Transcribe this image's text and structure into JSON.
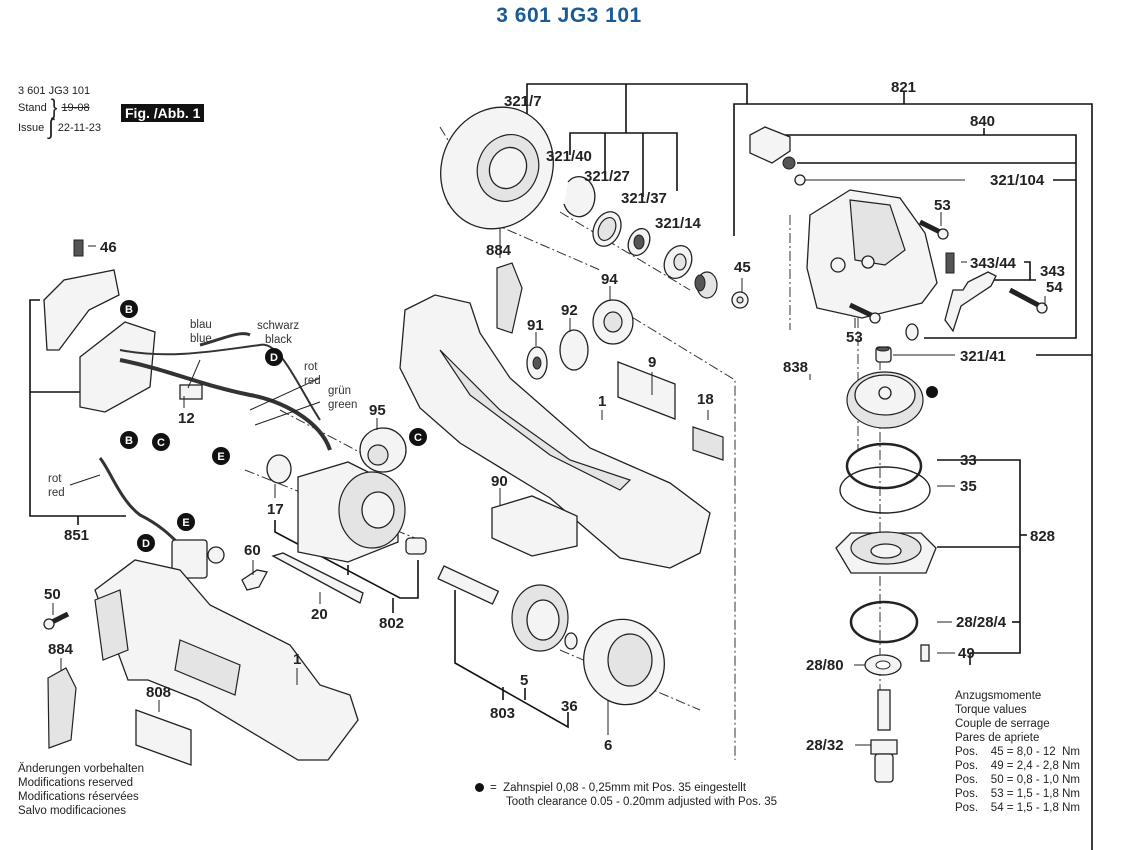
{
  "title": "3 601 JG3 101",
  "header": {
    "part_number": "3 601 JG3 101",
    "stand_label": "Stand",
    "issue_label": "Issue",
    "old_date": "19-08",
    "issue_date": "22-11-23",
    "figure_label": "Fig. /Abb. 1"
  },
  "labels": {
    "p321_7": "321/7",
    "p321_40": "321/40",
    "p321_27": "321/27",
    "p321_37": "321/37",
    "p321_14": "321/14",
    "p821": "821",
    "p840": "840",
    "p321_104": "321/104",
    "p53a": "53",
    "p53b": "53",
    "p45": "45",
    "p343_44": "343/44",
    "p343": "343",
    "p54": "54",
    "p321_41": "321/41",
    "p46": "46",
    "p884a": "884",
    "p94": "94",
    "p92": "92",
    "p91": "91",
    "p9": "9",
    "p18": "18",
    "p1a": "1",
    "p95": "95",
    "p12": "12",
    "p17": "17",
    "p851": "851",
    "p90": "90",
    "p838": "838",
    "p33": "33",
    "p35": "35",
    "p828": "828",
    "p28_28_4": "28/28/4",
    "p49": "49",
    "p28_80": "28/80",
    "p28_32": "28/32",
    "p50": "50",
    "p60": "60",
    "p20": "20",
    "p802": "802",
    "p884b": "884",
    "p1b": "1",
    "p808": "808",
    "p5": "5",
    "p803": "803",
    "p36": "36",
    "p6": "6"
  },
  "wires": {
    "blue_de": "blau",
    "blue_en": "blue",
    "black_de": "schwarz",
    "black_en": "black",
    "red1_de": "rot",
    "red1_en": "red",
    "green_de": "grün",
    "green_en": "green",
    "red2_de": "rot",
    "red2_en": "red"
  },
  "connectors": {
    "b1": "B",
    "b2": "B",
    "c1": "C",
    "c2": "C",
    "d1": "D",
    "d2": "D",
    "e1": "E",
    "e2": "E"
  },
  "modifications": [
    "Änderungen vorbehalten",
    "Modifications reserved",
    "Modifications réservées",
    "Salvo modificaciones"
  ],
  "torque": {
    "headings": [
      "Anzugsmomente",
      "Torque values",
      "Couple de serrage",
      "Pares de apriete"
    ],
    "rows": [
      {
        "pos": "Pos.",
        "value": "45 = 8,0 - 12  Nm"
      },
      {
        "pos": "Pos.",
        "value": "49 = 2,4 - 2,8 Nm"
      },
      {
        "pos": "Pos.",
        "value": "50 = 0,8 - 1,0 Nm"
      },
      {
        "pos": "Pos.",
        "value": "53 = 1,5 - 1,8 Nm"
      },
      {
        "pos": "Pos.",
        "value": "54 = 1,5 - 1,8 Nm"
      }
    ]
  },
  "tooth_note": {
    "symbol": "=",
    "de": "Zahnspiel 0,08 - 0,25mm mit Pos. 35 eingestellt",
    "en": "Tooth clearance 0.05 - 0.20mm adjusted with Pos. 35"
  }
}
